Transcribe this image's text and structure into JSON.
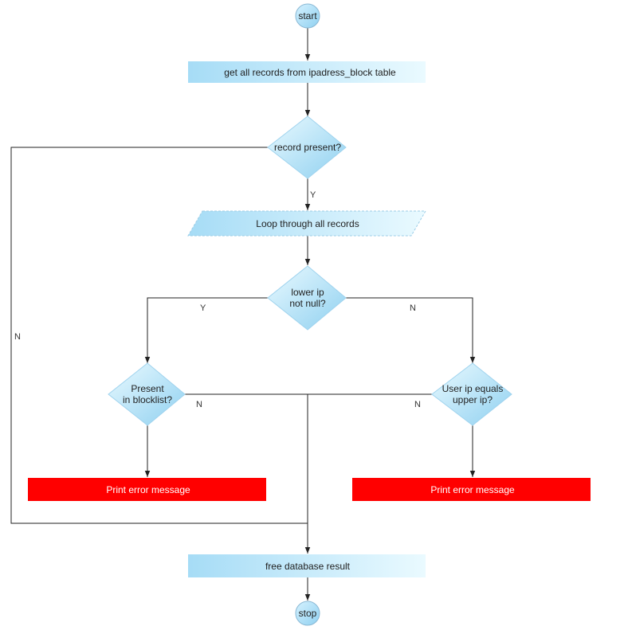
{
  "nodes": {
    "start": "start",
    "get_records": "get all records from ipadress_block table",
    "record_present": "record present?",
    "loop": "Loop through all records",
    "lower_ip": [
      "lower ip",
      "not null?"
    ],
    "present_blocklist": [
      "Present",
      "in blocklist?"
    ],
    "user_ip_equals": [
      "User ip equals",
      "upper ip?"
    ],
    "print_error_left": "Print error message",
    "print_error_right": "Print error message",
    "free_result": "free database result",
    "stop": "stop"
  },
  "edge_labels": {
    "record_present_yes": "Y",
    "record_present_no": "N",
    "lower_ip_yes": "Y",
    "lower_ip_no": "N",
    "blocklist_no": "N",
    "user_ip_no": "N"
  },
  "colors": {
    "process_fill_light": "#e6f8ff",
    "process_fill_dark": "#a8dcf5",
    "error_fill": "#ff0000",
    "line": "#222222"
  }
}
